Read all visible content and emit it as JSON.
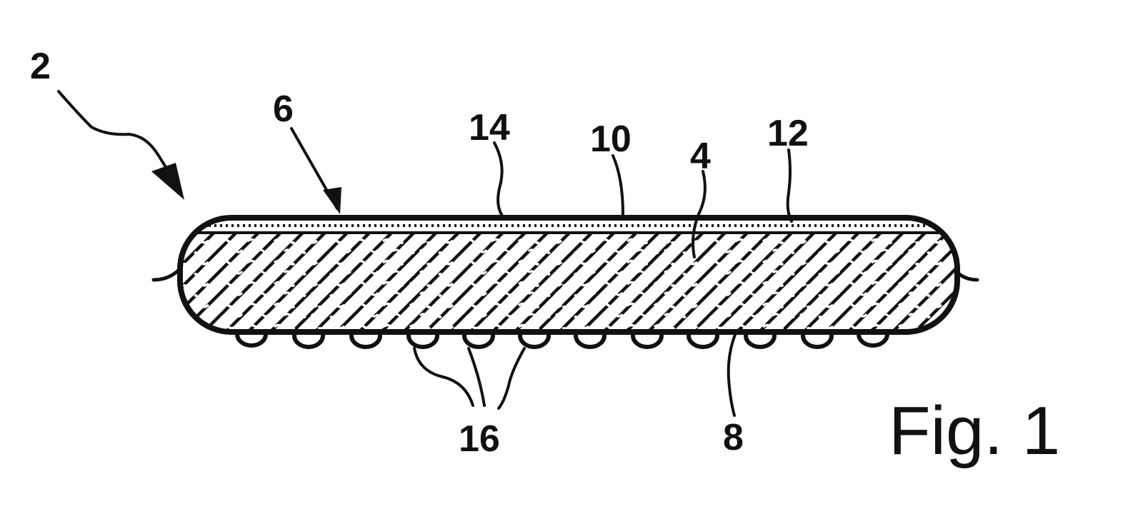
{
  "figure": {
    "caption": "Fig. 1",
    "labels": {
      "ref_2": "2",
      "ref_6": "6",
      "ref_14": "14",
      "ref_10": "10",
      "ref_4": "4",
      "ref_12": "12",
      "ref_16": "16",
      "ref_8": "8"
    },
    "colors": {
      "ink": "#111111",
      "paper": "#ffffff"
    }
  }
}
